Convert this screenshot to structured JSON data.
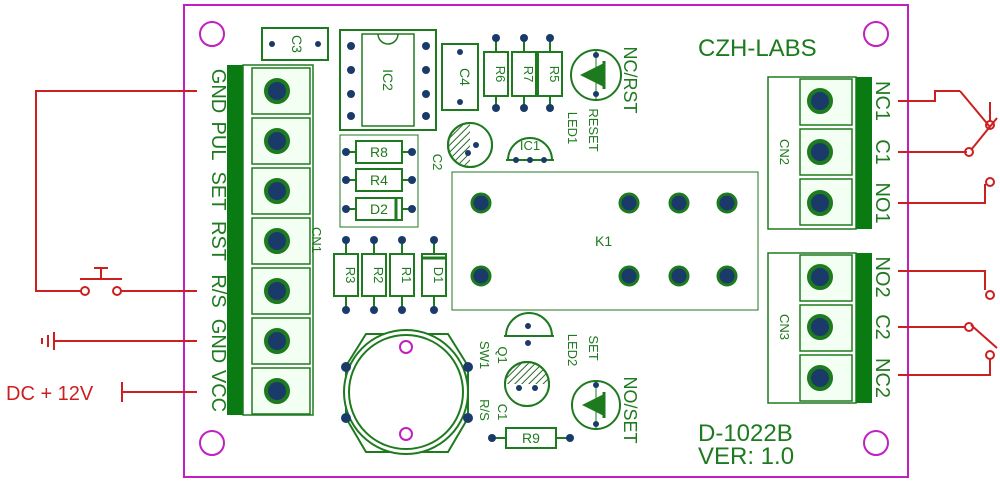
{
  "board": {
    "brand": "CZH-LABS",
    "model": "D-1022B",
    "version": "VER: 1.0"
  },
  "power_label": "DC + 12V",
  "cn1": {
    "name": "CN1",
    "pins": [
      "GND",
      "PUL",
      "SET",
      "RST",
      "R/S",
      "GND",
      "VCC"
    ]
  },
  "cn2": {
    "name": "CN2",
    "pins": [
      "NC1",
      "C1",
      "NO1"
    ]
  },
  "cn3": {
    "name": "CN3",
    "pins": [
      "NO2",
      "C2",
      "NC2"
    ]
  },
  "relay": {
    "name": "K1"
  },
  "parts": {
    "c3": "C3",
    "ic2": "IC2",
    "c4": "C4",
    "r6": "R6",
    "r7": "R7",
    "r5": "R5",
    "r8": "R8",
    "r4": "R4",
    "d2": "D2",
    "c2": "C2",
    "ic1": "IC1",
    "r3": "R3",
    "r2": "R2",
    "r1": "R1",
    "d1": "D1",
    "sw1": "SW1",
    "q1": "Q1",
    "c1": "C1",
    "r9": "R9",
    "rs": "R/S",
    "led1": "LED1",
    "led2": "LED2",
    "reset": "RESET",
    "set": "SET",
    "nc_rst": "NC/RST",
    "no_set": "NO/SET"
  },
  "colors": {
    "board_outline": "#c020c0",
    "silkscreen": "#1e7a1e",
    "header_bar": "#0a7a12",
    "pad": "#1a3a6a",
    "wire": "#cc1f1f"
  }
}
